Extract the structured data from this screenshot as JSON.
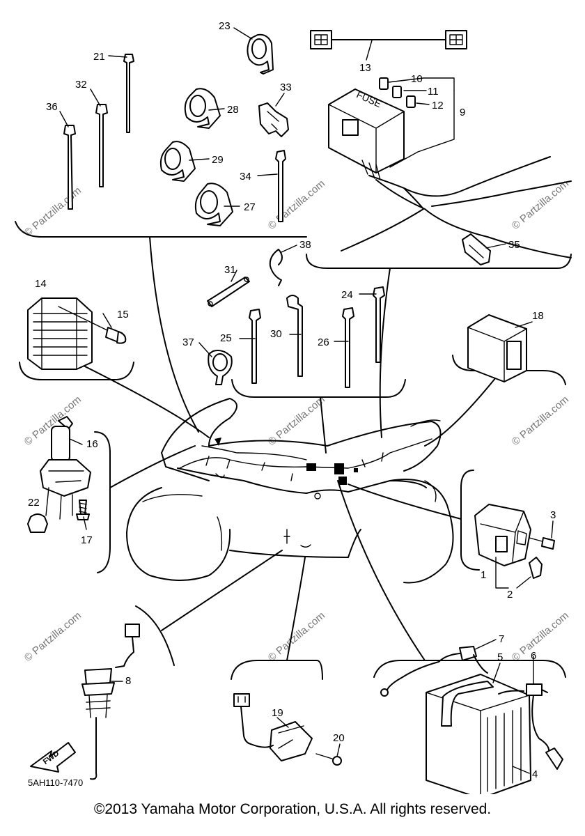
{
  "diagram": {
    "part_code": "5AH110-7470",
    "fwd_label": "FWD",
    "fuse_label": "FUSE",
    "watermark": "© Partzilla.com",
    "callouts": {
      "c1": "1",
      "c2": "2",
      "c3": "3",
      "c4": "4",
      "c5": "5",
      "c6": "6",
      "c7": "7",
      "c8": "8",
      "c9": "9",
      "c10": "10",
      "c11": "11",
      "c12": "12",
      "c13": "13",
      "c14": "14",
      "c15": "15",
      "c16": "16",
      "c17": "17",
      "c18": "18",
      "c19": "19",
      "c20": "20",
      "c21": "21",
      "c22": "22",
      "c23": "23",
      "c24": "24",
      "c25": "25",
      "c26": "26",
      "c27": "27",
      "c28": "28",
      "c29": "29",
      "c30": "30",
      "c31": "31",
      "c32": "32",
      "c33": "33",
      "c34": "34",
      "c35": "35",
      "c36": "36",
      "c37": "37",
      "c38": "38"
    }
  },
  "footer": {
    "copyright": "©2013  Yamaha Motor Corporation, U.S.A. All rights reserved."
  }
}
